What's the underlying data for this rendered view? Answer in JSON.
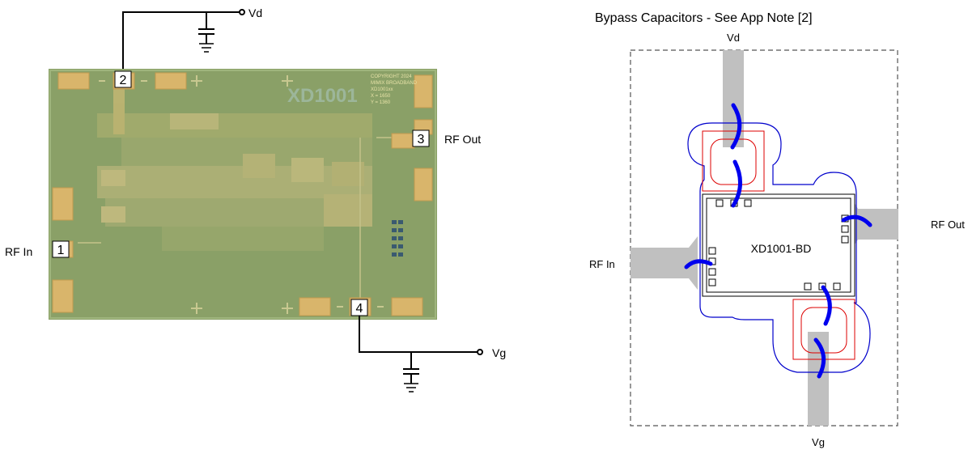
{
  "left_diagram": {
    "die_marking": "XD1001",
    "copyright_lines": [
      "COPYRIGHT 2024",
      "MIMIX BROADBAND",
      "XD1001xx",
      "X = 1650",
      "Y = 1360"
    ],
    "pins": [
      {
        "number": "1",
        "label": "RF In"
      },
      {
        "number": "2",
        "label": "Vd"
      },
      {
        "number": "3",
        "label": "RF Out"
      },
      {
        "number": "4",
        "label": "Vg"
      }
    ],
    "colors": {
      "die": "#8aa067",
      "pad": "#d9b56b"
    }
  },
  "right_diagram": {
    "title": "Bypass Capacitors - See App Note [2]",
    "chip_label": "XD1001-BD",
    "labels": {
      "top": "Vd",
      "left": "RF In",
      "right": "RF Out",
      "bottom": "Vg"
    },
    "colors": {
      "outline": "#0000cc",
      "capacitor": "#dd0000",
      "bond_wire": "#0000ee",
      "trace": "#c0c0c0"
    }
  }
}
